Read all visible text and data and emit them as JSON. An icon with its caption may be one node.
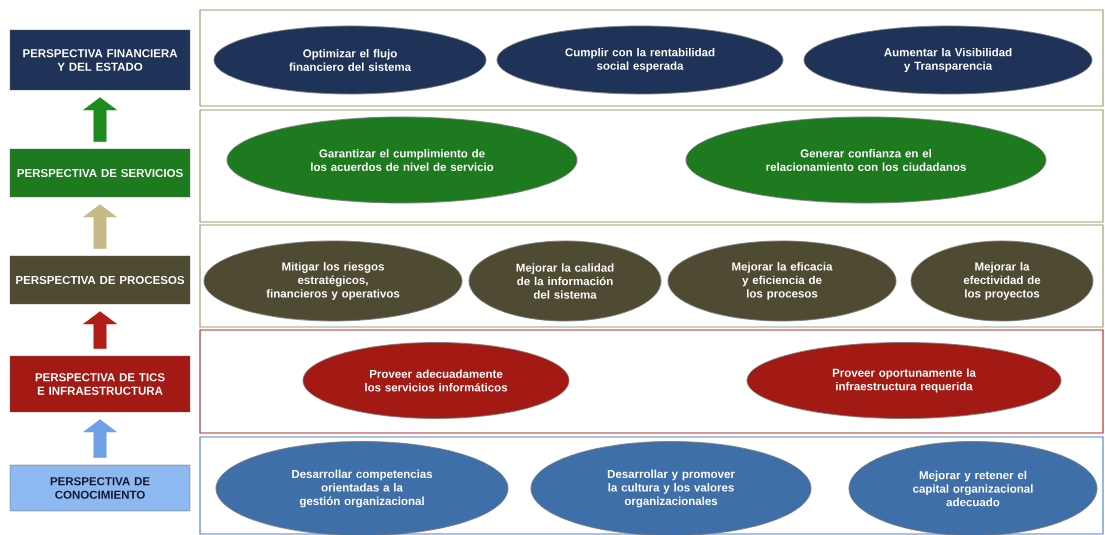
{
  "diagram": {
    "nodes": [
      {
        "text": [
          "PERSPECTIVA FINANCIERA Y DEL ESTADO"
        ]
      },
      {
        "text": [],
        "shape": "box"
      },
      {
        "text": [
          "Optimizar el flujo financiero del sistema"
        ],
        "in": 1
      },
      {
        "text": [
          "Cumplir con la rentabilidad social esperada"
        ],
        "in": 1
      },
      {
        "text": [
          "Aumentar la Visibilidad y Transparencia"
        ],
        "in": 1
      },
      {
        "text": [
          "PERSPECTIVA DE SERVICIOS"
        ]
      },
      {
        "text": [],
        "shape": "box"
      },
      {
        "text": [
          "Garantizar el cumplimiento de los acuerdos de nivel de servicio"
        ],
        "in": 6
      },
      {
        "text": [
          "Generar confianza en el relacionamiento con los ciudadanos"
        ],
        "in": 6
      },
      {
        "text": [
          "PERSPECTIVA DE PROCESOS"
        ]
      },
      {
        "text": [],
        "shape": "box"
      },
      {
        "text": [
          "Mitigar los riesgos estratégicos, financieros y operativos"
        ],
        "in": 10
      },
      {
        "text": [
          "Mejorar la calidad de la información del sistema"
        ],
        "in": 10
      },
      {
        "text": [
          "Mejorar la eficacia y eficiencia de los procesos"
        ],
        "in": 10
      },
      {
        "text": [
          "Mejorar la efectividad de los proyectos"
        ],
        "in": 10
      },
      {
        "text": [
          "PERSPECTIVA DE TICS E INFRAESTRUCTURA"
        ]
      },
      {
        "text": [],
        "shape": "box"
      },
      {
        "text": [
          "Proveer adecuadamente los servicios informáticos"
        ],
        "in": 16
      },
      {
        "text": [
          "Proveer oportunamente la infraestructura requerida"
        ],
        "in": 16
      },
      {
        "text": [
          "PERSPECTIVA DE CONOCIMIENTO"
        ]
      },
      {
        "text": [],
        "shape": "box"
      },
      {
        "text": [
          "Desarrollar competencias orientadas a la gestión organizacional"
        ],
        "in": 20
      },
      {
        "text": [
          "Desarrollar y promover la cultura y los valores organizacionales"
        ],
        "in": 20
      },
      {
        "text": [
          "Mejorar y retener el capital organizacional adecuado"
        ],
        "in": 20
      }
    ],
    "edges": [
      {
        "from": 19,
        "to": 15,
        "arrow": "to",
        "color": "#6fa0e6"
      },
      {
        "from": 15,
        "to": 9,
        "arrow": "to",
        "color": "#b01c17"
      },
      {
        "from": 9,
        "to": 5,
        "arrow": "to",
        "color": "#c8ba88"
      },
      {
        "from": 5,
        "to": 0,
        "arrow": "to",
        "color": "#1e8a1e"
      }
    ]
  }
}
